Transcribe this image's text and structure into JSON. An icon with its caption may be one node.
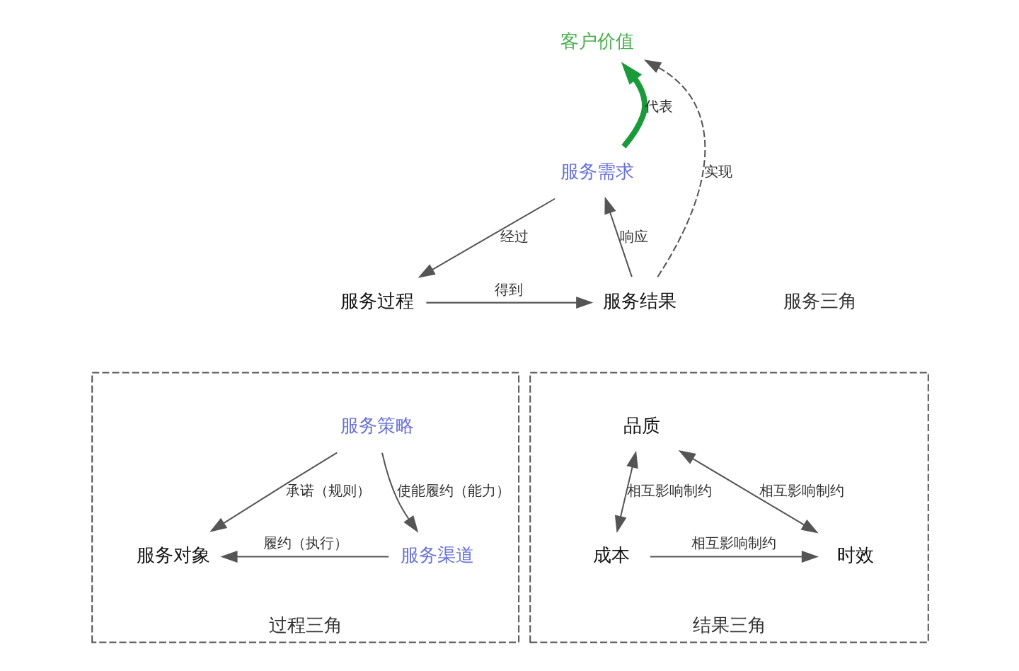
{
  "diagram": {
    "nodes": [
      {
        "text": [
          "客户价值"
        ]
      },
      {
        "text": [
          "服务需求"
        ]
      },
      {
        "text": [
          "服务结果"
        ]
      },
      {
        "text": [
          "服务过程"
        ]
      },
      {
        "text": [
          "结果三角"
        ]
      },
      {
        "text": [
          "品质"
        ],
        "in": 4
      },
      {
        "text": [
          "成本"
        ],
        "in": 4
      },
      {
        "text": [
          "时效"
        ],
        "in": 4
      },
      {
        "text": [
          "过程三角"
        ]
      },
      {
        "text": [
          "服务策略"
        ],
        "in": 8
      },
      {
        "text": [
          "服务对象"
        ],
        "in": 8
      },
      {
        "text": [
          "服务渠道"
        ],
        "in": 8
      }
    ],
    "edges": [
      {
        "from": 1,
        "to": 0,
        "arrow": "to",
        "label": "代表",
        "style": "thick",
        "color": "#1a9a3a"
      },
      {
        "from": 2,
        "to": 0,
        "arrow": "to",
        "label": "实现",
        "style": "dashed"
      },
      {
        "from": 2,
        "to": 1,
        "arrow": "to",
        "label": "响应"
      },
      {
        "from": 1,
        "to": 3,
        "arrow": "to",
        "label": "经过"
      },
      {
        "from": 3,
        "to": 2,
        "arrow": "to",
        "label": "得到"
      },
      {
        "from": 5,
        "to": 6,
        "arrow": "both",
        "label": "相互影响制约"
      },
      {
        "from": 5,
        "to": 7,
        "arrow": "both",
        "label": "相互影响制约"
      },
      {
        "from": 6,
        "to": 7,
        "arrow": "to",
        "label": "相互影响制约"
      },
      {
        "from": 9,
        "to": 10,
        "arrow": "to",
        "label": "承诺（规则）"
      },
      {
        "from": 9,
        "to": 11,
        "arrow": "to",
        "label": "使能履约（能力）"
      },
      {
        "from": 11,
        "to": 10,
        "arrow": "to",
        "label": "履约（执行）"
      }
    ],
    "labels": [
      "服务三角"
    ]
  }
}
